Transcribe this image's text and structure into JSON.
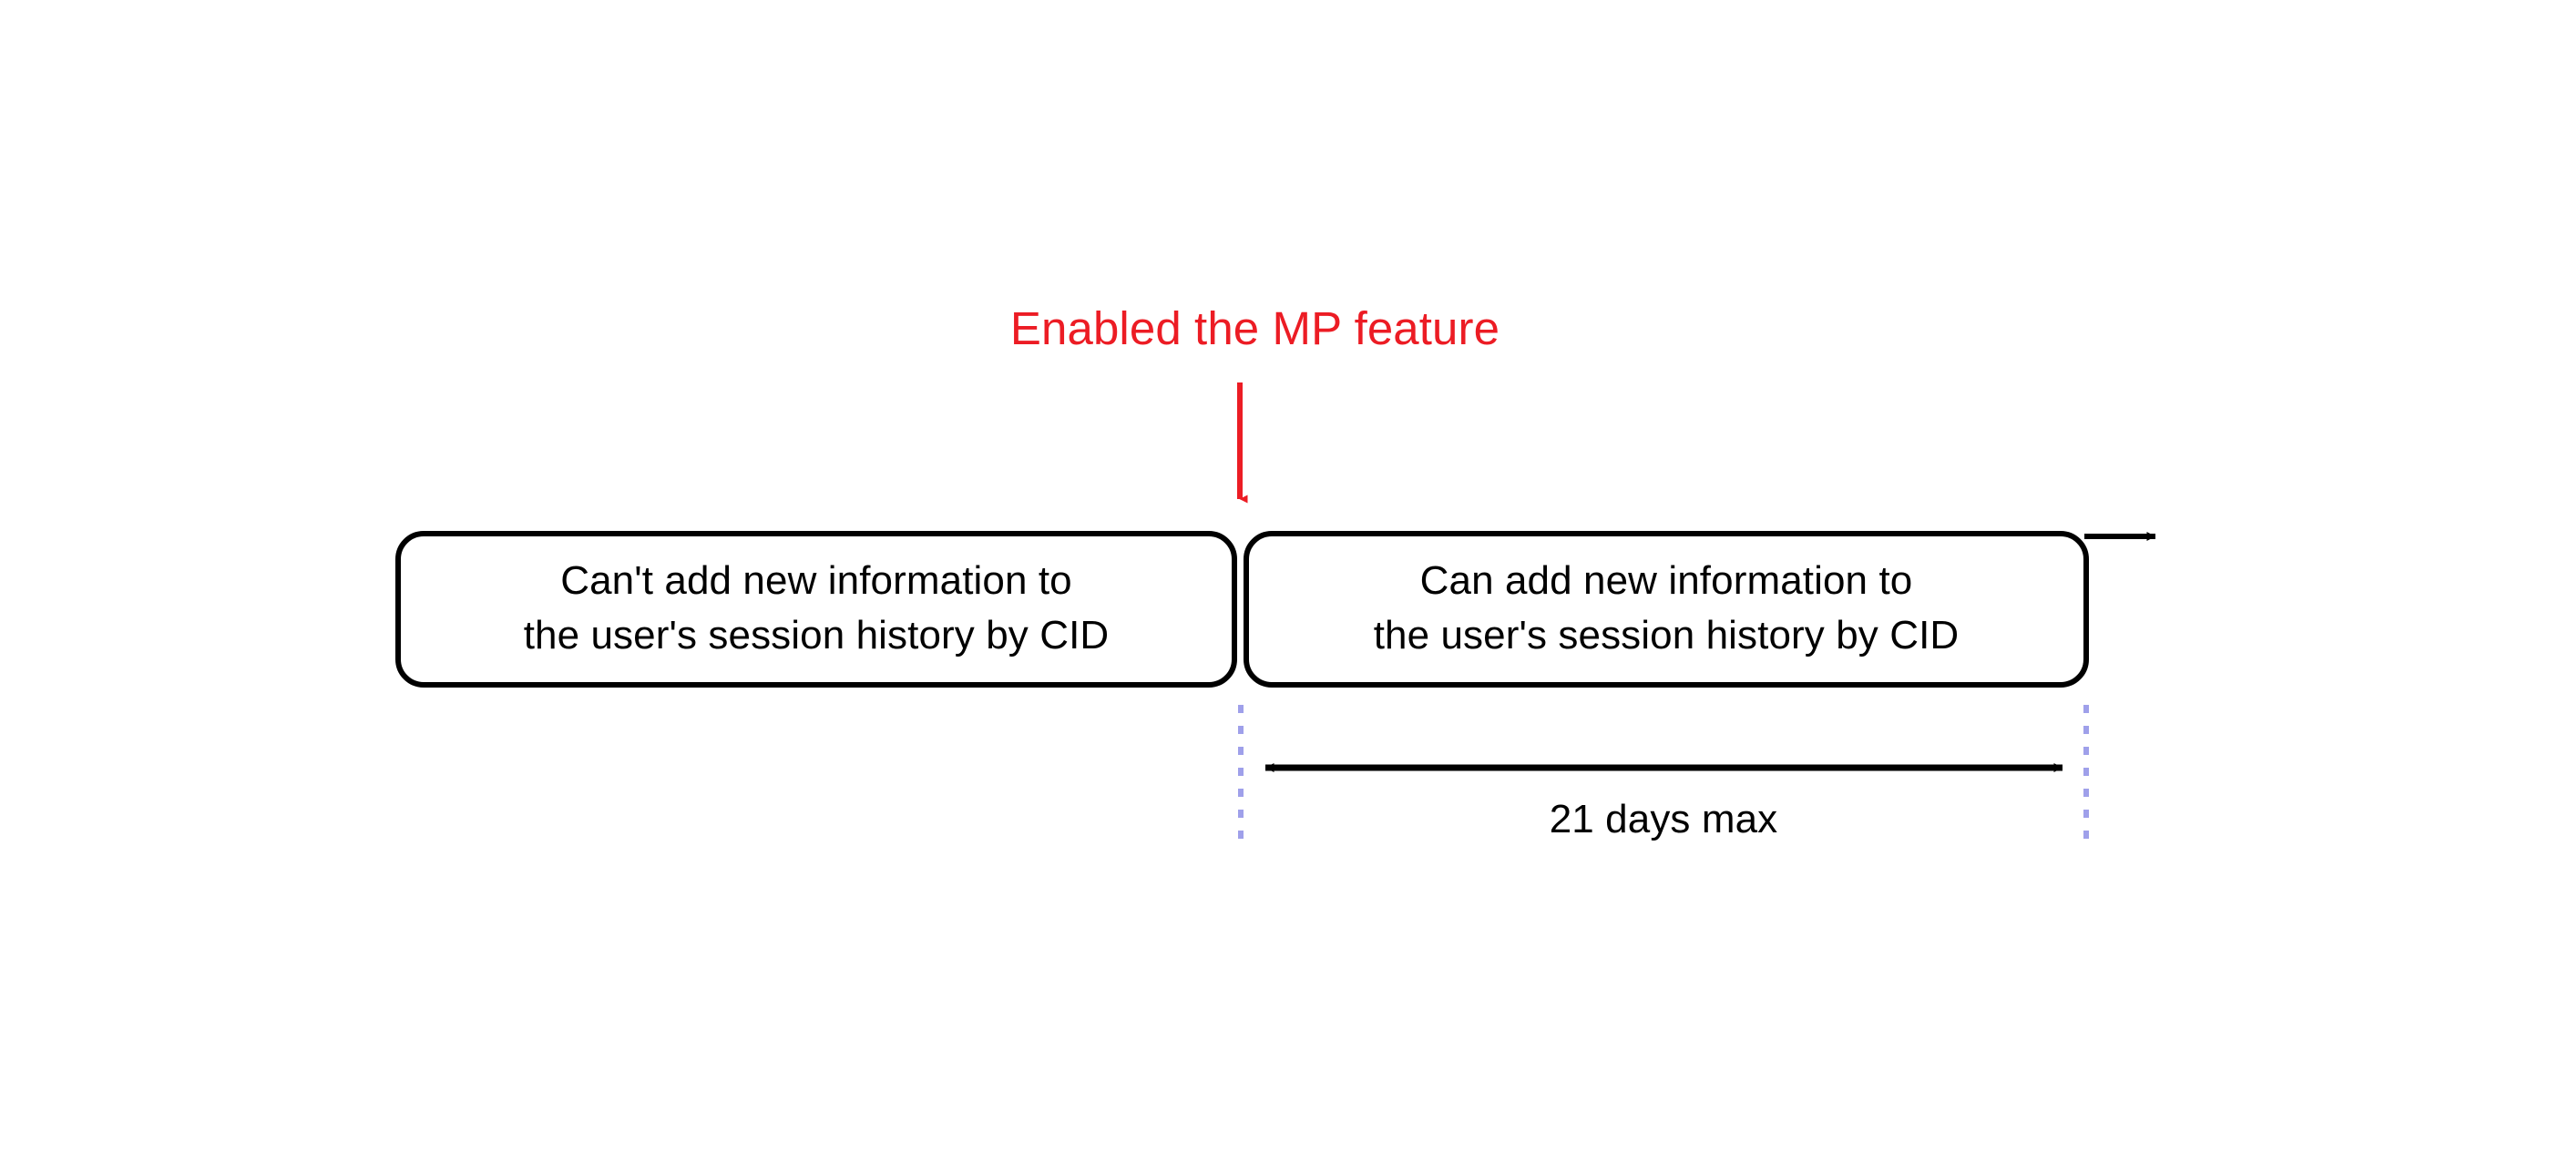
{
  "diagram": {
    "title_annotation": {
      "text": "Enabled the MP feature",
      "color": "#ec1c24"
    },
    "timeline": {
      "direction": "left-to-right",
      "arrow_color": "#000000"
    },
    "phases": [
      {
        "id": "before",
        "line1": "Can't add new information to",
        "line2": "the user's session history by CID"
      },
      {
        "id": "after",
        "line1": "Can add new information to",
        "line2": "the user's session history by CID"
      }
    ],
    "measurement": {
      "label": "21 days max",
      "guide_color": "#9fa0ea",
      "arrow_color": "#000000"
    }
  }
}
